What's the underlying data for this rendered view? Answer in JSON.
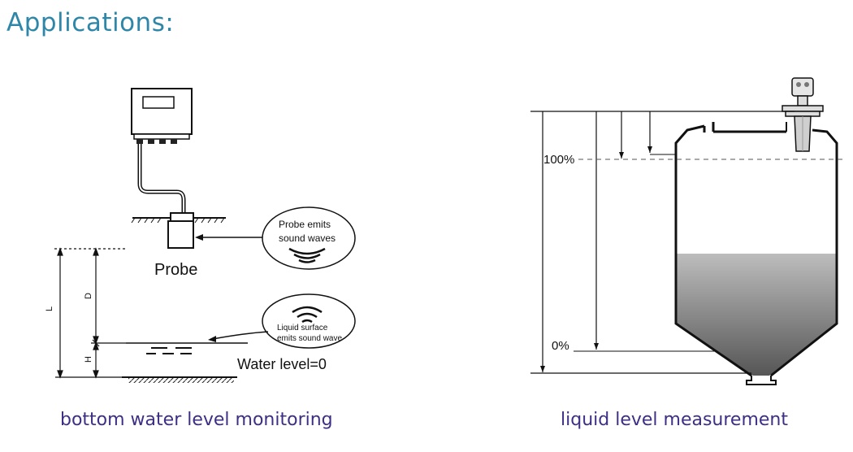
{
  "page": {
    "title": "Applications:"
  },
  "left_diagram": {
    "caption": "bottom water level monitoring",
    "probe_label": "Probe",
    "bubble_probe_line1": "Probe emits",
    "bubble_probe_line2": "sound waves",
    "bubble_liquid_line1": "Liquid surface",
    "bubble_liquid_line2": "emits sound wave",
    "water_level_label": "Water level=0",
    "dim_L": "L",
    "dim_D": "D",
    "dim_H": "H"
  },
  "right_diagram": {
    "caption": "liquid level measurement",
    "label_100": "100%",
    "label_0": "0%"
  },
  "colors": {
    "title": "#2e86a8",
    "caption": "#3d2f86",
    "liquid_top": "#bdbdbd",
    "liquid_bottom": "#5a5a5a"
  }
}
